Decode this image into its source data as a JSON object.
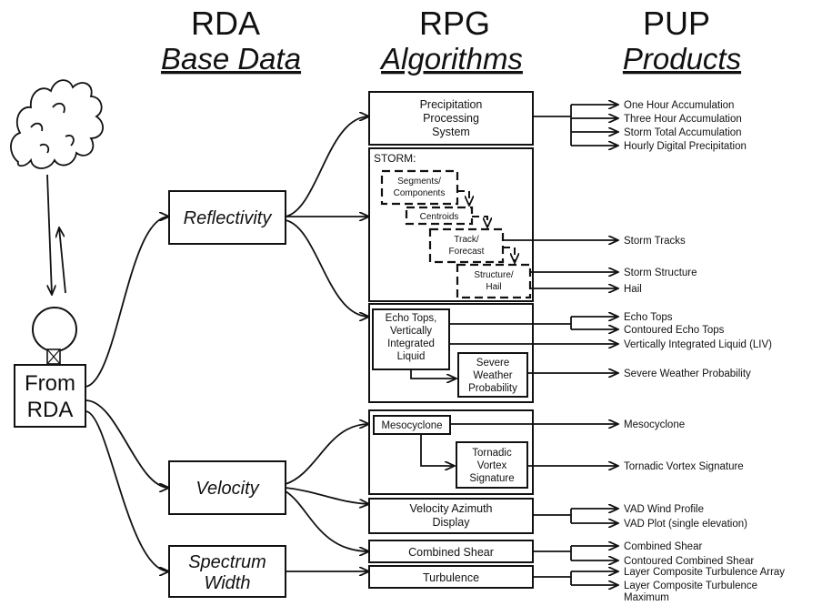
{
  "headers": {
    "rda_title": "RDA",
    "rda_sub": "Base Data",
    "rpg_title": "RPG",
    "rpg_sub": "Algorithms",
    "pup_title": "PUP",
    "pup_sub": "Products"
  },
  "source": {
    "line1": "From",
    "line2": "RDA"
  },
  "base_data": {
    "reflectivity": "Reflectivity",
    "velocity": "Velocity",
    "spectrum_line1": "Spectrum",
    "spectrum_line2": "Width"
  },
  "algorithms": {
    "precip_line1": "Precipitation",
    "precip_line2": "Processing",
    "precip_line3": "System",
    "storm_label": "STORM:",
    "segments_line1": "Segments/",
    "segments_line2": "Components",
    "centroids": "Centroids",
    "track_line1": "Track/",
    "track_line2": "Forecast",
    "structure_line1": "Structure/",
    "structure_line2": "Hail",
    "echo_line1": "Echo Tops,",
    "echo_line2": "Vertically",
    "echo_line3": "Integrated",
    "echo_line4": "Liquid",
    "severe_line1": "Severe",
    "severe_line2": "Weather",
    "severe_line3": "Probability",
    "mesocyclone": "Mesocyclone",
    "tvs_line1": "Tornadic",
    "tvs_line2": "Vortex",
    "tvs_line3": "Signature",
    "vad_line1": "Velocity Azimuth",
    "vad_line2": "Display",
    "combined_shear": "Combined Shear",
    "turbulence": "Turbulence"
  },
  "products": {
    "one_hour": "One Hour Accumulation",
    "three_hour": "Three Hour Accumulation",
    "storm_total": "Storm Total Accumulation",
    "hourly_digital": "Hourly Digital Precipitation",
    "storm_tracks": "Storm Tracks",
    "storm_structure": "Storm Structure",
    "hail": "Hail",
    "echo_tops": "Echo Tops",
    "contoured_echo_tops": "Contoured Echo Tops",
    "vil": "Vertically Integrated Liquid (LIV)",
    "severe_weather_probability": "Severe Weather Probability",
    "mesocyclone": "Mesocyclone",
    "tvs": "Tornadic Vortex Signature",
    "vad_wind_profile": "VAD Wind Profile",
    "vad_plot": "VAD Plot (single elevation)",
    "combined_shear": "Combined Shear",
    "contoured_combined_shear": "Contoured Combined Shear",
    "lcta": "Layer Composite Turbulence Array",
    "lctm_line1": "Layer Composite Turbulence",
    "lctm_line2": "Maximum"
  }
}
